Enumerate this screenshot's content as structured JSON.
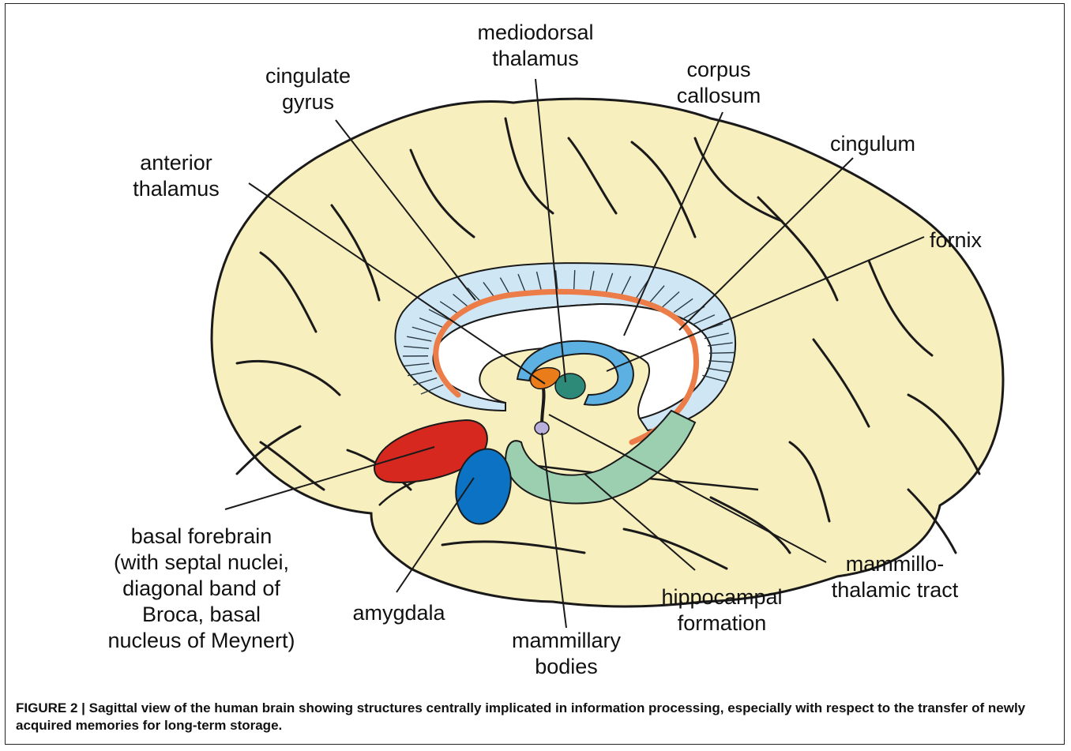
{
  "labels": {
    "mediodorsal_thalamus": [
      "mediodorsal",
      "thalamus"
    ],
    "cingulate_gyrus": [
      "cingulate",
      "gyrus"
    ],
    "corpus_callosum": [
      "corpus",
      "callosum"
    ],
    "anterior_thalamus": [
      "anterior",
      "thalamus"
    ],
    "cingulum": [
      "cingulum"
    ],
    "fornix": [
      "fornix"
    ],
    "basal_forebrain": [
      "basal forebrain",
      "(with septal nuclei,",
      "diagonal band of",
      "Broca, basal",
      "nucleus of Meynert)"
    ],
    "amygdala": [
      "amygdala"
    ],
    "mammillary_bodies": [
      "mammillary",
      "bodies"
    ],
    "hippocampal_formation": [
      "hippocampal",
      "formation"
    ],
    "mammillothalamic_tract": [
      "mammillo-",
      "thalamic tract"
    ]
  },
  "caption": "FIGURE 2 | Sagittal view of the human brain showing structures centrally implicated in information processing, especially with respect to the transfer of newly acquired memories for long-term storage.",
  "colors": {
    "brain": "#f8efbf",
    "outline": "#1a1a1a",
    "cingulate_gyrus": "#cfe6f4",
    "cingulum": "#ec7c48",
    "fornix": "#5cb0e2",
    "hippocampus": "#9ccfb0",
    "basal_forebrain": "#d7281f",
    "amygdala": "#0c72c4",
    "anterior_thalamus": "#ea7c1a",
    "mediodorsal_thalamus": "#2e8a78",
    "mammillary_bodies": "#b8b0da"
  }
}
